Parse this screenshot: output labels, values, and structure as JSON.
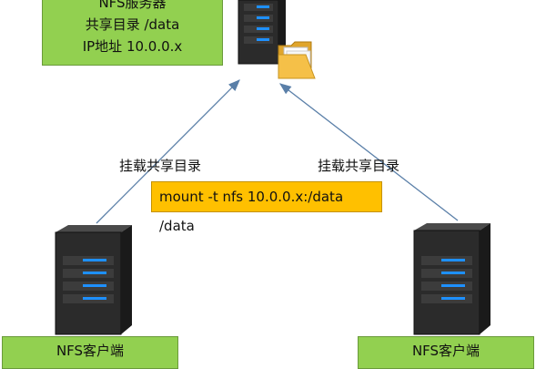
{
  "server": {
    "title": "NFS服务器",
    "share": "共享目录 /data",
    "ip": "IP地址 10.0.0.x"
  },
  "mount_label_left": "挂载共享目录",
  "mount_label_right": "挂载共享目录",
  "mount_command": "mount -t nfs 10.0.0.x:/data /data",
  "clients": [
    {
      "label": "NFS客户端"
    },
    {
      "label": "NFS客户端"
    }
  ],
  "colors": {
    "server_box": "#92d050",
    "command_box": "#ffc000",
    "arrow": "#5a7fa8",
    "server_body": "#2b2b2b",
    "drive_led": "#1e90ff",
    "folder": "#f5c048"
  },
  "icons": [
    "server-tower-icon",
    "folder-icon"
  ]
}
